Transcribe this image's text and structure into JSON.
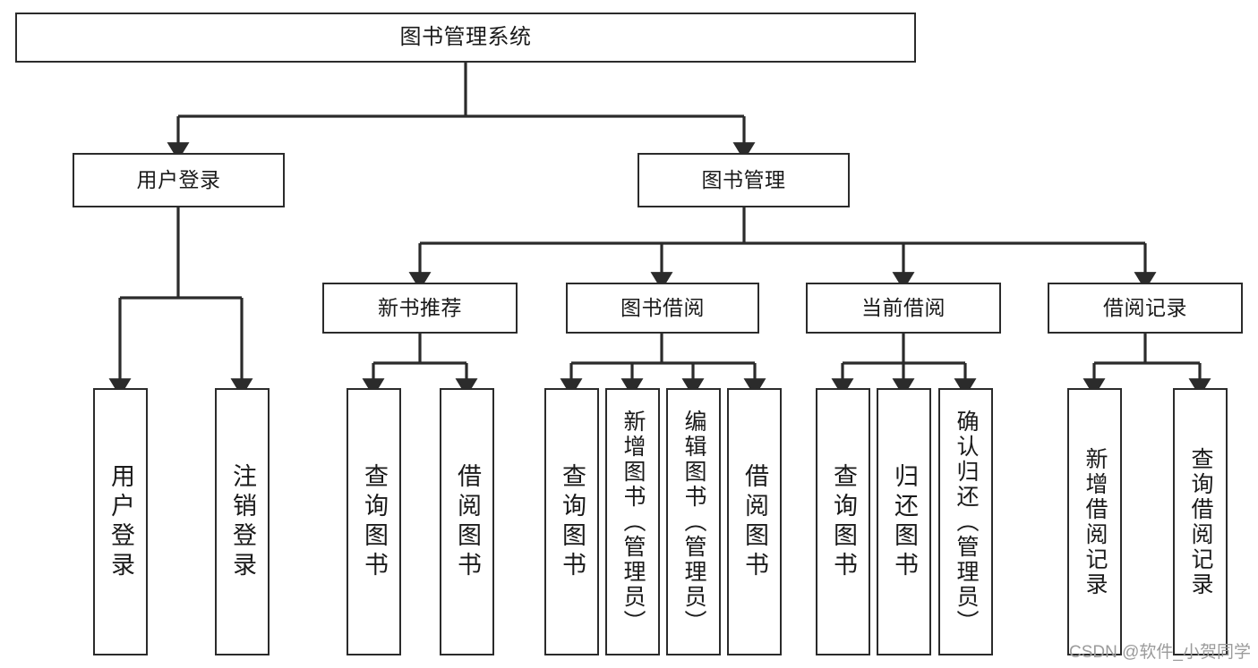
{
  "diagram": {
    "title": "图书管理系统",
    "type": "tree",
    "watermark": "CSDN @软件_小贺同学",
    "colors": {
      "box_border": "#2b2b2b",
      "box_fill": "#ffffff",
      "line": "#2b2b2b",
      "text": "#1a1a1a",
      "watermark": "#9b9b9b"
    },
    "root": {
      "label": "图书管理系统"
    },
    "level2": [
      {
        "label": "用户登录"
      },
      {
        "label": "图书管理"
      }
    ],
    "level3": [
      {
        "label": "新书推荐"
      },
      {
        "label": "图书借阅"
      },
      {
        "label": "当前借阅"
      },
      {
        "label": "借阅记录"
      }
    ],
    "leaves": {
      "user_login": [
        {
          "label": "用户登录"
        },
        {
          "label": "注销登录"
        }
      ],
      "new_book": [
        {
          "label": "查询图书"
        },
        {
          "label": "借阅图书"
        }
      ],
      "book_borrow": [
        {
          "label": "查询图书"
        },
        {
          "label": "新增图书（管理员）"
        },
        {
          "label": "编辑图书（管理员）"
        },
        {
          "label": "借阅图书"
        }
      ],
      "current_borrow": [
        {
          "label": "查询图书"
        },
        {
          "label": "归还图书"
        },
        {
          "label": "确认归还（管理员）"
        }
      ],
      "borrow_record": [
        {
          "label": "新增借阅记录"
        },
        {
          "label": "查询借阅记录"
        }
      ]
    }
  }
}
